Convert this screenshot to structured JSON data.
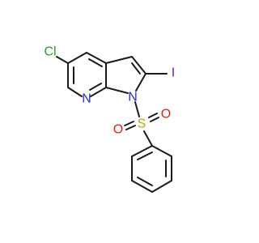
{
  "atoms": {
    "cl": {
      "text": "Cl",
      "color": "#23a323"
    },
    "i": {
      "text": "I",
      "color": "#7a1fa2"
    },
    "n_pyridine": {
      "text": "N",
      "color": "#2b2bd6"
    },
    "n_pyrrole": {
      "text": "N",
      "color": "#2b2bd6"
    },
    "s": {
      "text": "S",
      "color": "#b8a400"
    },
    "o_left": {
      "text": "O",
      "color": "#e01e1e"
    },
    "o_right": {
      "text": "O",
      "color": "#e01e1e"
    }
  }
}
